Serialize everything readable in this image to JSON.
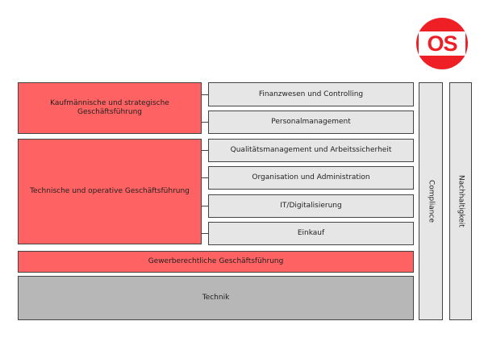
{
  "logo": {
    "text": "OS",
    "colors": {
      "brand": "#ee1f25",
      "inner": "#ffffff"
    }
  },
  "left_blocks": {
    "kaufmaennisch": "Kaufmännische und strategische Geschäftsführung",
    "technisch": "Technische und operative Geschäftsführung"
  },
  "departments": [
    "Finanzwesen und Controlling",
    "Personalmanagement",
    "Qualitätsmanagement und Arbeitssicherheit",
    "Organisation und Administration",
    "IT/Digitalisierung",
    "Einkauf"
  ],
  "wide_blocks": {
    "gewerberechtlich": "Gewerberechtliche Geschäftsführung",
    "technik": "Technik"
  },
  "side_columns": {
    "compliance": "Compliance",
    "nachhaltigkeit": "Nachhaltigkeit"
  },
  "colors": {
    "red": "#ff6262",
    "gray": "#e6e6e6",
    "dark_gray": "#b7b7b7",
    "border": "#444444"
  }
}
